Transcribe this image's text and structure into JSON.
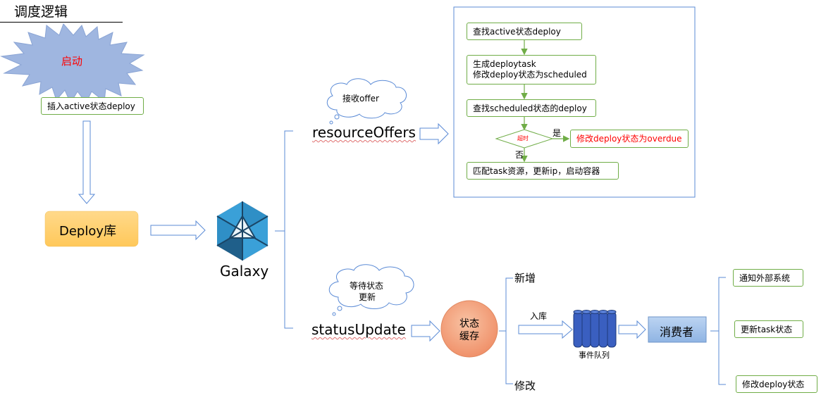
{
  "title": "调度逻辑",
  "start": {
    "label": "启动",
    "insert": "插入active状态deploy"
  },
  "deploy_db": "Deploy库",
  "galaxy": "Galaxy",
  "resource_offers": {
    "label": "resourceOffers",
    "cloud": "接收offer"
  },
  "status_update": {
    "label": "statusUpdate",
    "cloud_line1": "等待状态",
    "cloud_line2": "更新"
  },
  "flow": {
    "step1": "查找active状态deploy",
    "step2_line1": "生成deploytask",
    "step2_line2": "修改deploy状态为scheduled",
    "step3": "查找scheduled状态的deploy",
    "decision": "超时",
    "yes": "是",
    "no": "否",
    "overdue": "修改deploy状态为overdue",
    "match": "匹配task资源，更新ip，启动容器"
  },
  "cache": {
    "line1": "状态",
    "line2": "缓存"
  },
  "branches": {
    "add": "新增",
    "modify": "修改"
  },
  "enqueue": "入库",
  "queue_label": "事件队列",
  "consumer": "消费者",
  "outputs": [
    "通知外部系统",
    "更新task状态",
    "修改deploy状态"
  ],
  "colors": {
    "accent_green": "#70ad47",
    "blue_line": "#5b8bd6",
    "red_text": "#ff0000",
    "orange": "#f4b183"
  }
}
